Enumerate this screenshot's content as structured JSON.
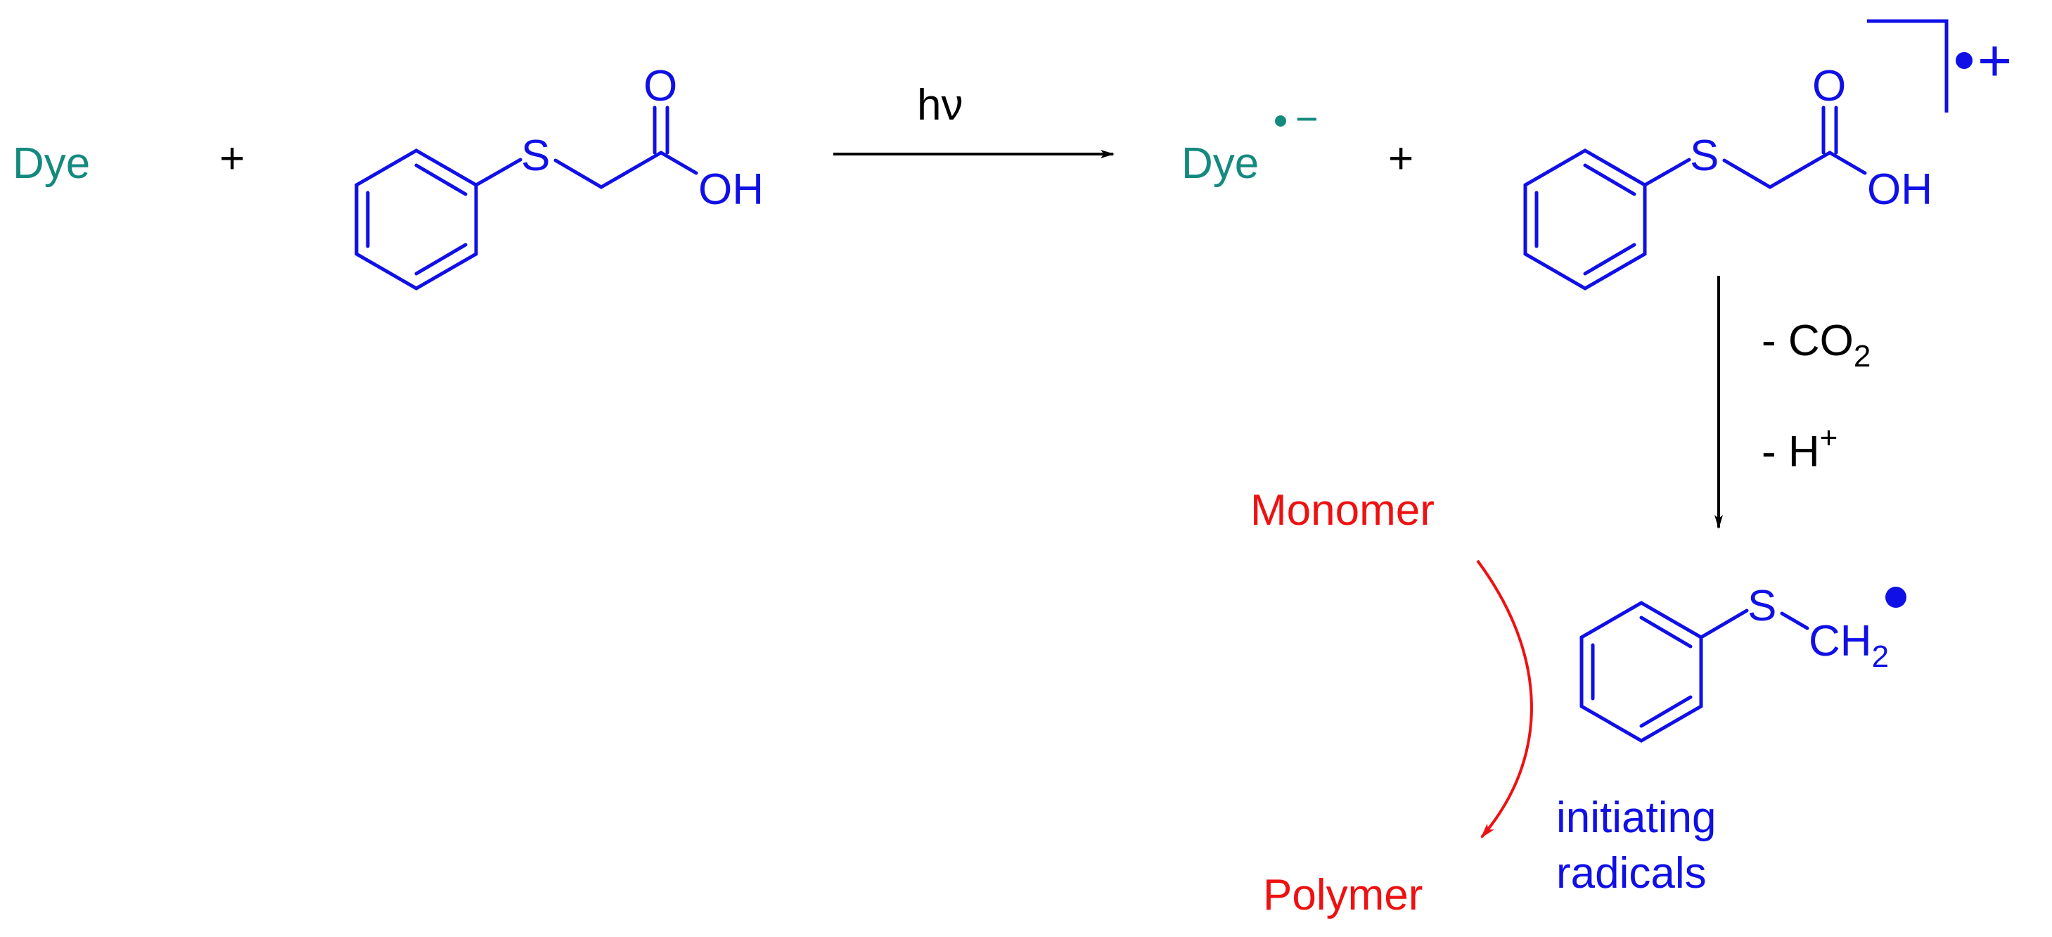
{
  "colors": {
    "dye": "#148a7f",
    "molecule": "#1010e6",
    "polymer": "#ee1111",
    "arrow": "#000000"
  },
  "reactants": {
    "dye": "Dye",
    "plus": "+",
    "acid_sulfur": "S",
    "acid_oxygen": "O",
    "acid_hydroxyl": "OH"
  },
  "photo_arrow": {
    "label": "hν"
  },
  "products": {
    "dye": "Dye",
    "dye_charge": "−",
    "plus": "+",
    "acid_sulfur": "S",
    "acid_oxygen": "O",
    "acid_hydroxyl": "OH",
    "radical_cation_charge": "+"
  },
  "decarboxylation": {
    "step1_prefix": "- CO",
    "step1_subscript": "2",
    "step2_prefix": "- H",
    "step2_superscript": "+"
  },
  "radical": {
    "sulfur": "S",
    "ch2": "CH",
    "ch2_subscript": "2",
    "caption_line1": "initiating",
    "caption_line2": "radicals"
  },
  "polymerization": {
    "monomer": "Monomer",
    "polymer": "Polymer"
  }
}
